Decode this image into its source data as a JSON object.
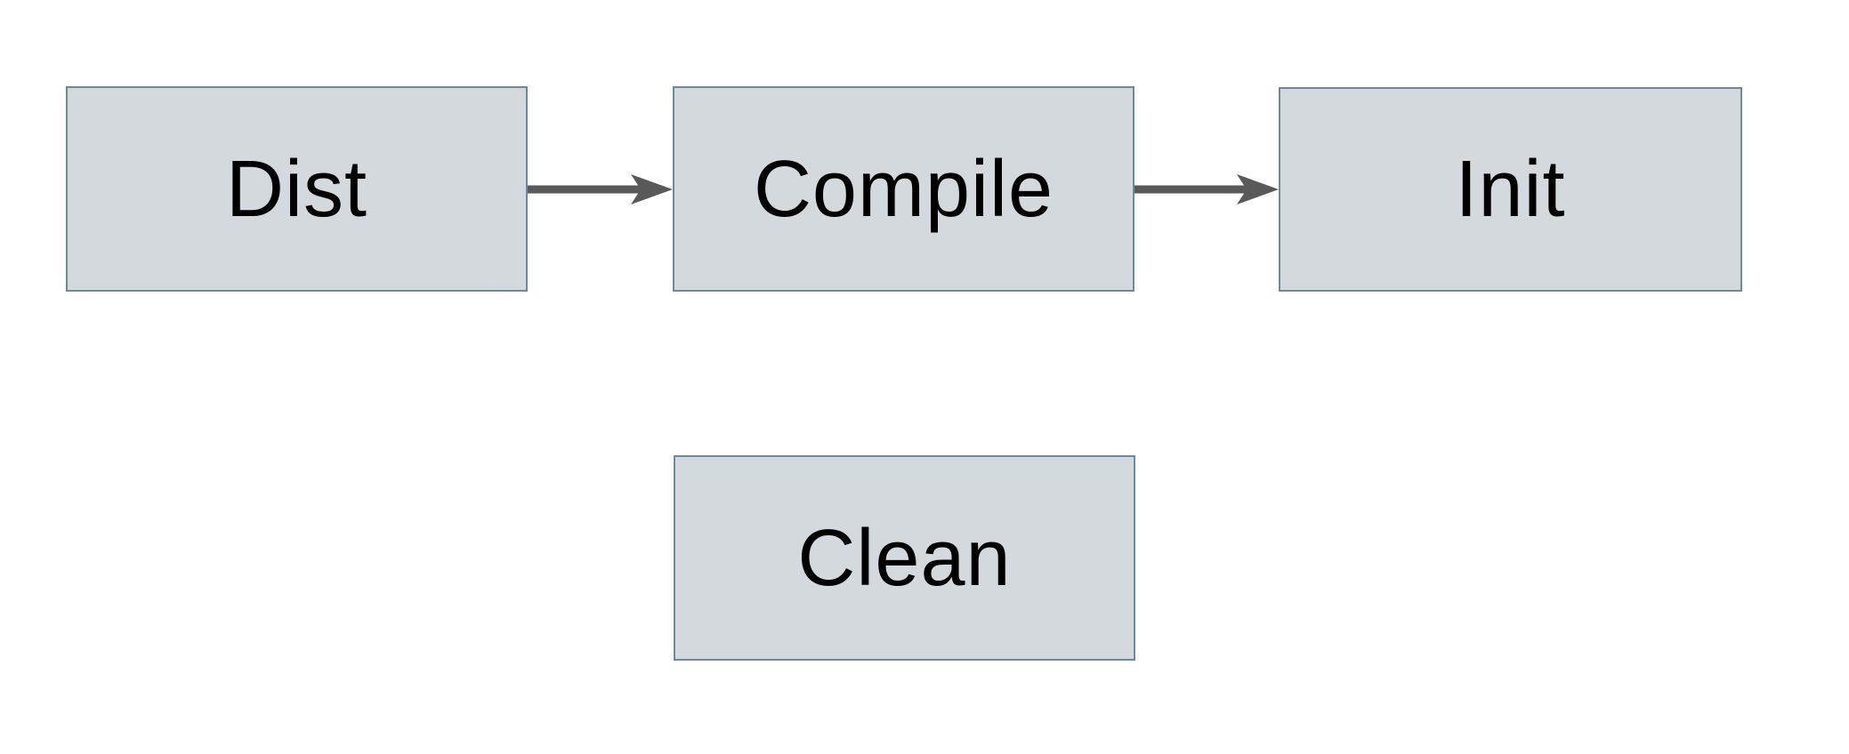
{
  "diagram": {
    "type": "flowchart",
    "nodes": [
      {
        "id": "dist",
        "label": "Dist"
      },
      {
        "id": "compile",
        "label": "Compile"
      },
      {
        "id": "init",
        "label": "Init"
      },
      {
        "id": "clean",
        "label": "Clean"
      }
    ],
    "edges": [
      {
        "from": "dist",
        "to": "compile",
        "style": "solid-arrow"
      },
      {
        "from": "compile",
        "to": "init",
        "style": "solid-arrow"
      }
    ],
    "colors": {
      "background": "#ffffff",
      "node_fill": "#d3d9dc",
      "node_border": "#6d8a98",
      "arrow": "#595959",
      "label_text": "#000000"
    }
  }
}
